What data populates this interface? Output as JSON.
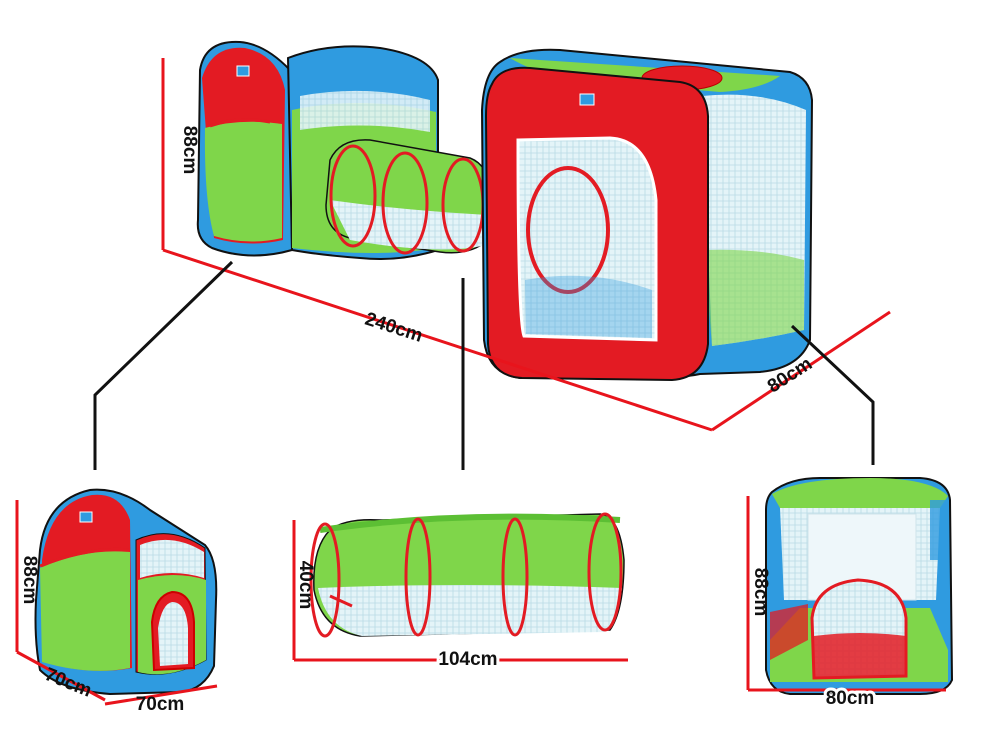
{
  "labels": {
    "set_height": "88cm",
    "set_length": "240cm",
    "set_depth": "80cm",
    "small_tent_height": "88cm",
    "small_tent_width_a": "70cm",
    "small_tent_width_b": "70cm",
    "tunnel_diameter": "40cm",
    "tunnel_length": "104cm",
    "cube_height": "88cm",
    "cube_width": "80cm"
  },
  "colors": {
    "tent_red": "#e31b23",
    "tent_green": "#7fd64a",
    "tent_blue": "#2f9be0",
    "mesh_light": "#dff2f7",
    "dimension_line": "#e8141c",
    "connector_line": "#111111"
  }
}
